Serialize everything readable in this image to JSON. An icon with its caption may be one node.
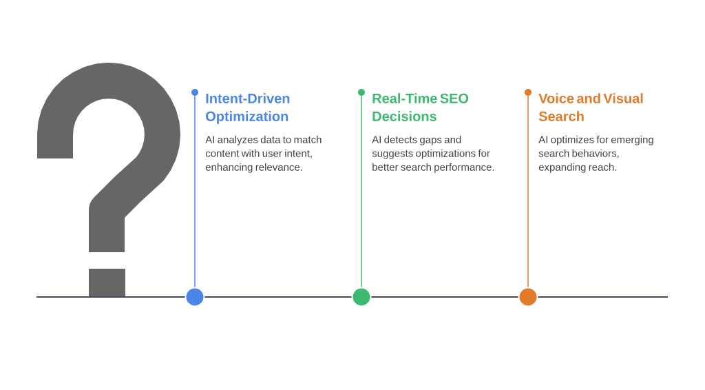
{
  "diagram": {
    "nodes": [
      {
        "text": [
          "Intent-Driven Optimization",
          "AI analyzes data to match content with user intent, enhancing relevance."
        ]
      },
      {
        "text": [
          "Real-Time SEO Decisions",
          "AI detects gaps and suggests optimizations for better search performance."
        ]
      },
      {
        "text": [
          "Voice and Visual Search",
          "AI optimizes for emerging search behaviors, expanding reach."
        ]
      },
      {
        "text": [],
        "shape": "circle"
      },
      {
        "text": [],
        "shape": "circle"
      },
      {
        "text": [],
        "shape": "circle"
      },
      {
        "text": [],
        "shape": "circle"
      },
      {
        "text": [],
        "shape": "circle"
      },
      {
        "text": [],
        "shape": "circle"
      }
    ],
    "edges": [
      {
        "from": 3,
        "to": 6,
        "arrow": "none",
        "color": "#4a86e8"
      },
      {
        "from": 4,
        "to": 7,
        "arrow": "none",
        "color": "#3dba6f"
      },
      {
        "from": 5,
        "to": 8,
        "arrow": "none",
        "color": "#e07b2c"
      }
    ]
  }
}
